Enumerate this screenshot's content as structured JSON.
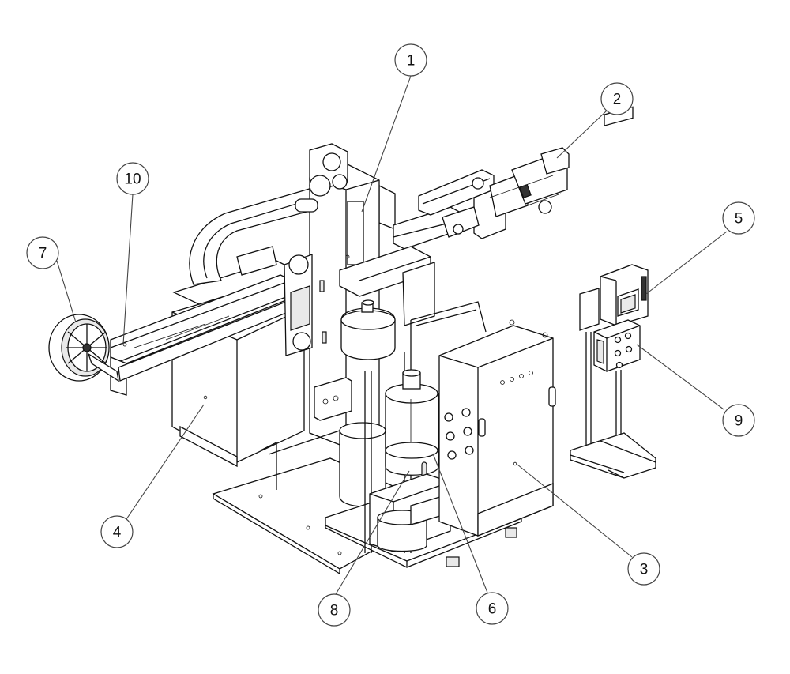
{
  "callouts": [
    {
      "id": "c1",
      "label": "1"
    },
    {
      "id": "c2",
      "label": "2"
    },
    {
      "id": "c3",
      "label": "3"
    },
    {
      "id": "c4",
      "label": "4"
    },
    {
      "id": "c5",
      "label": "5"
    },
    {
      "id": "c6",
      "label": "6"
    },
    {
      "id": "c7",
      "label": "7"
    },
    {
      "id": "c8",
      "label": "8"
    },
    {
      "id": "c9",
      "label": "9"
    },
    {
      "id": "c10",
      "label": "10"
    }
  ],
  "colors": {
    "line": "#111111",
    "background": "#ffffff",
    "shade": "#e9e9e9"
  }
}
